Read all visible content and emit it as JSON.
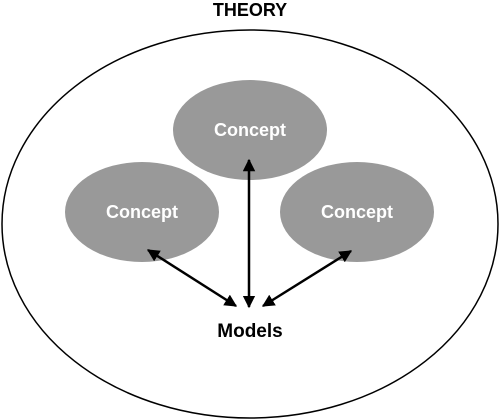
{
  "title": "THEORY",
  "concepts": [
    {
      "id": "top",
      "label": "Concept"
    },
    {
      "id": "left",
      "label": "Concept"
    },
    {
      "id": "right",
      "label": "Concept"
    }
  ],
  "models": {
    "label": "Models"
  },
  "colors": {
    "concept_fill": "#999999",
    "concept_text": "#ffffff",
    "stroke": "#000000"
  }
}
